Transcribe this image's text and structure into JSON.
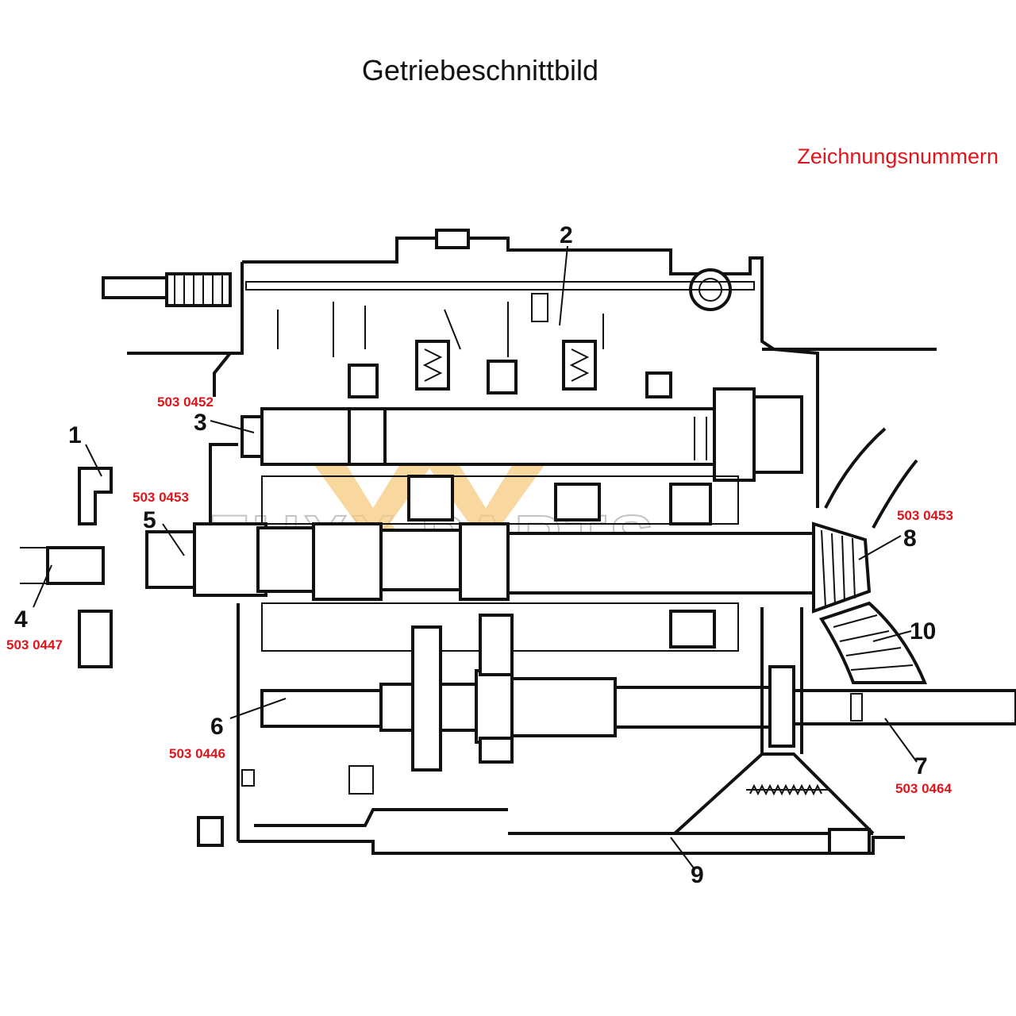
{
  "title": "Getriebeschnittbild",
  "legend": "Zeichnungsnummern",
  "watermark": {
    "text": "FUXX PARTS",
    "accent_text": "XX",
    "accent_color": "#f5c26b"
  },
  "parts": [
    {
      "number": "1",
      "code": ""
    },
    {
      "number": "2",
      "code": ""
    },
    {
      "number": "3",
      "code": "503 0452"
    },
    {
      "number": "4",
      "code": "503 0447"
    },
    {
      "number": "5",
      "code": "503 0453"
    },
    {
      "number": "6",
      "code": "503 0446"
    },
    {
      "number": "7",
      "code": "503 0464"
    },
    {
      "number": "8",
      "code": "503 0453"
    },
    {
      "number": "9",
      "code": ""
    },
    {
      "number": "10",
      "code": ""
    }
  ],
  "colors": {
    "code_red": "#e0151b",
    "line": "#111111"
  }
}
